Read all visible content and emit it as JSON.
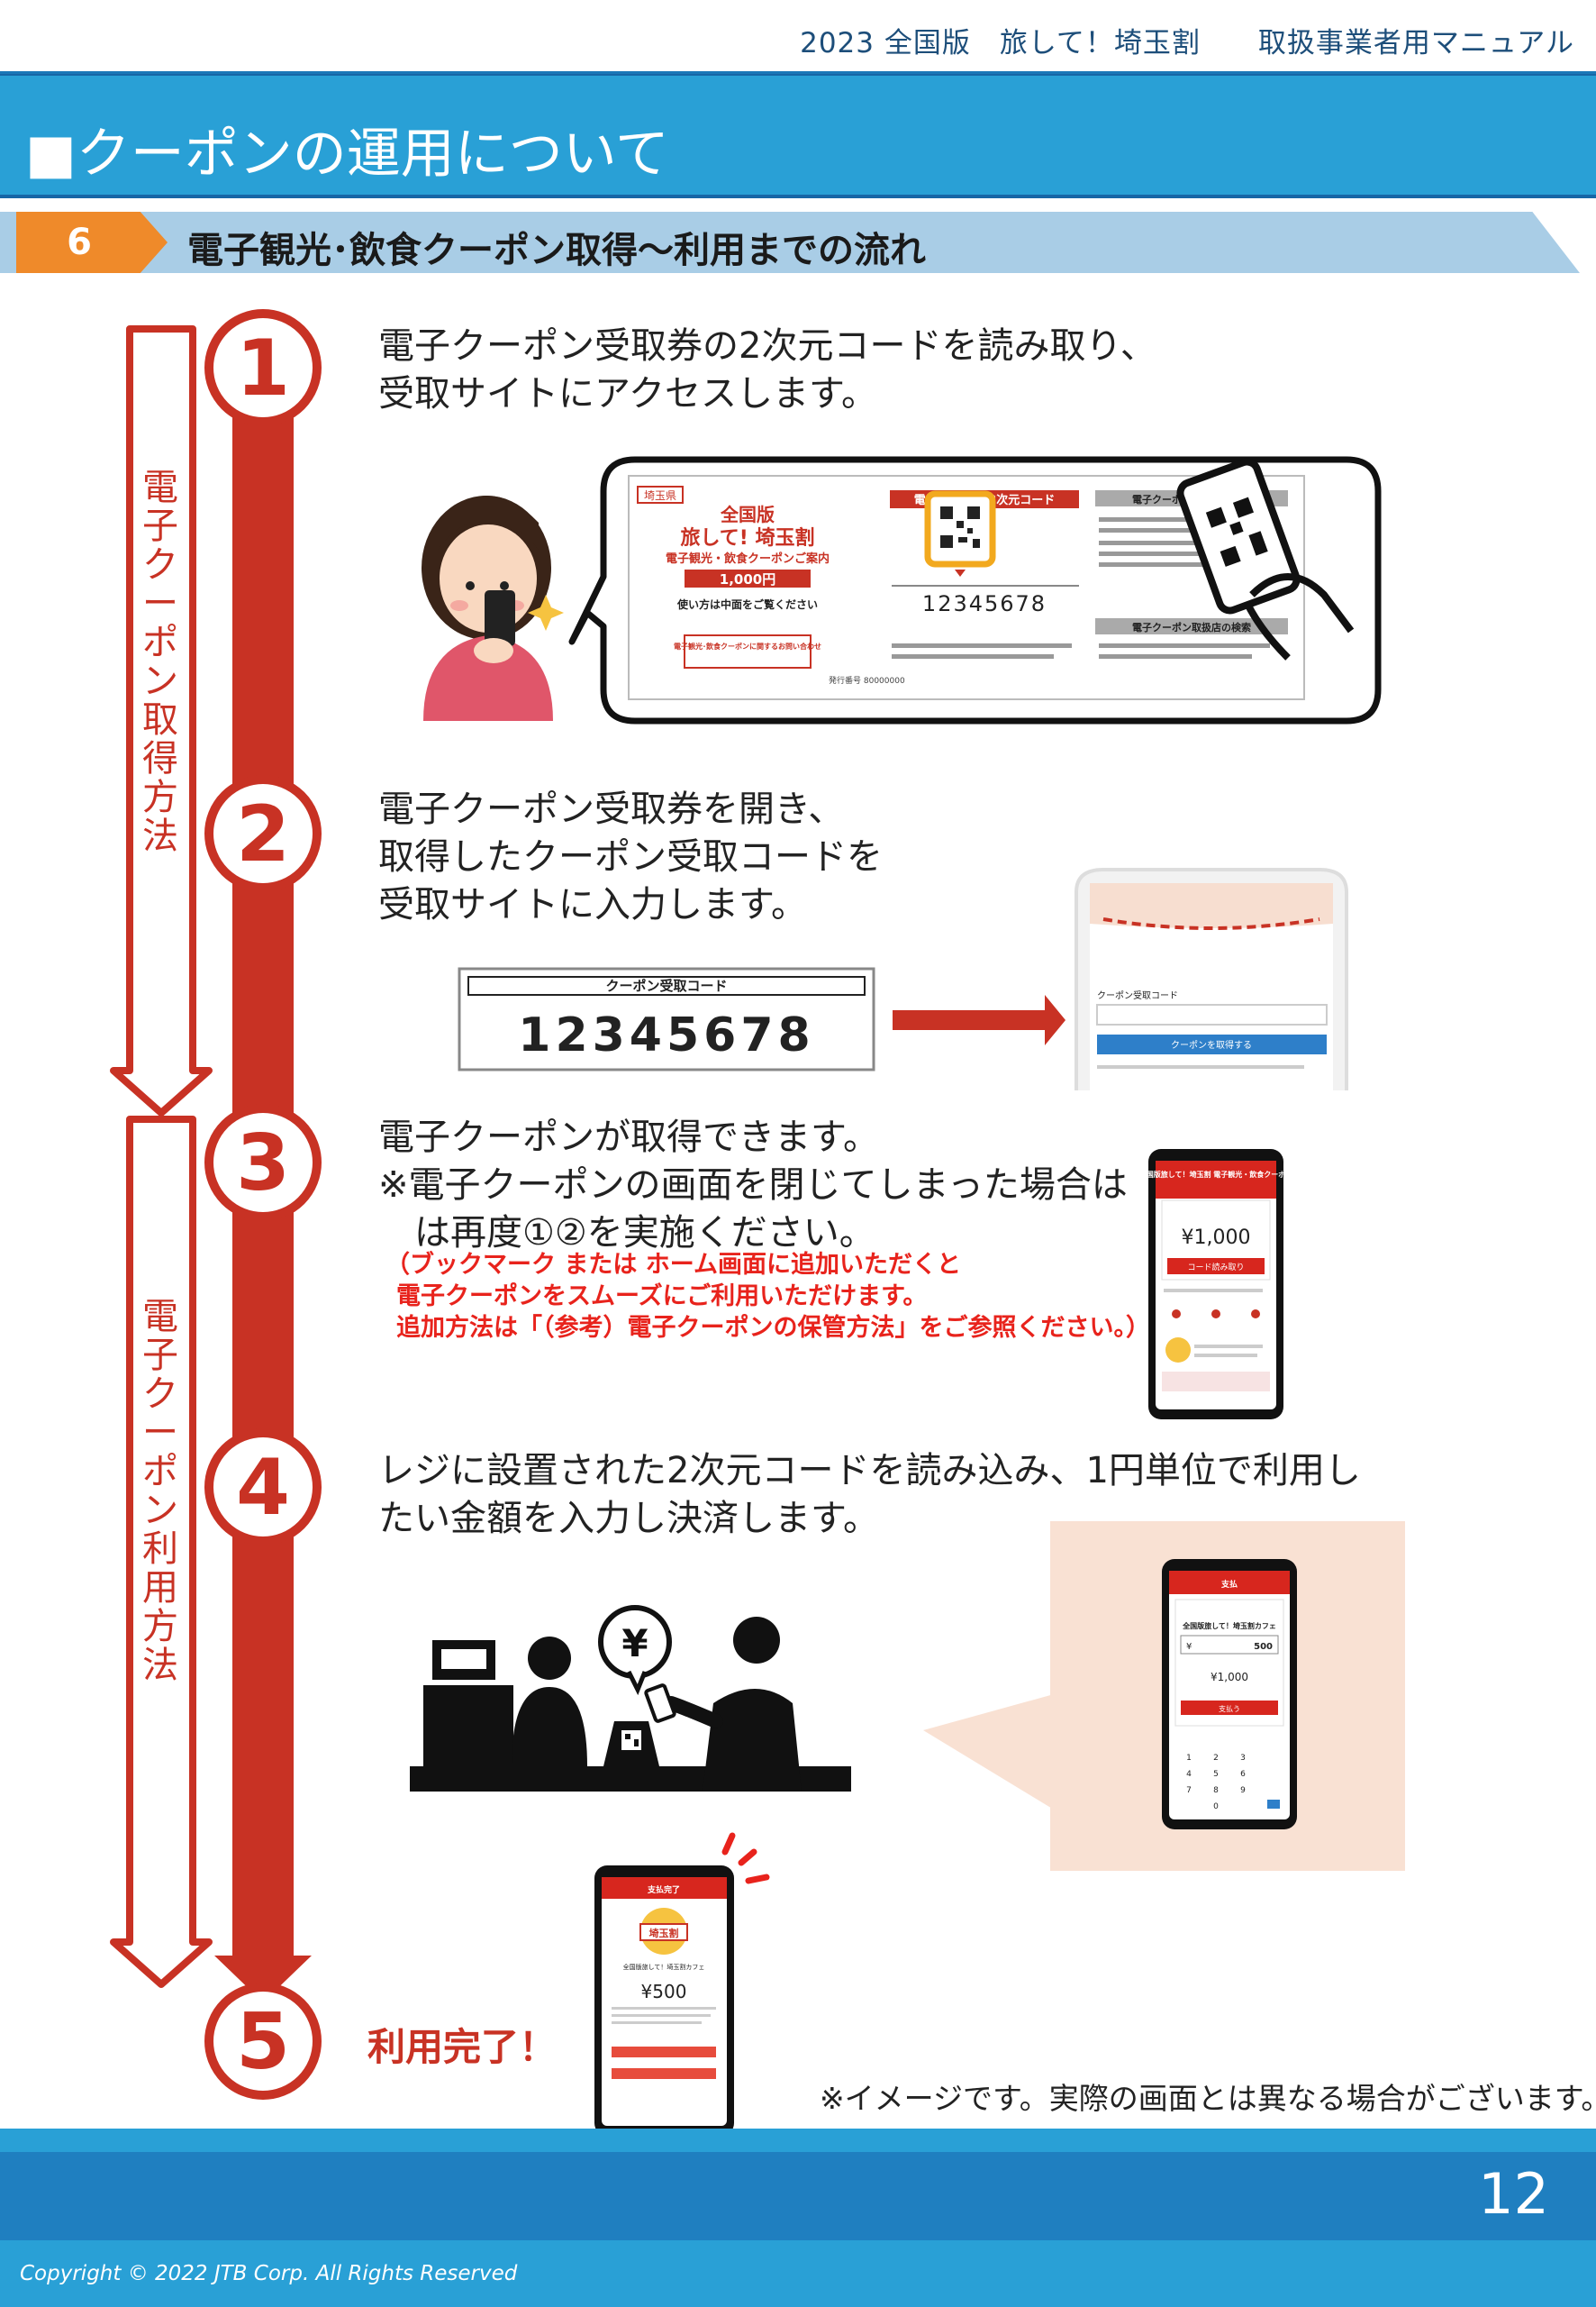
{
  "header": {
    "text": "2023 全国版　旅して！埼玉割　　取扱事業者用マニュアル"
  },
  "title": "■クーポンの運用について",
  "section": {
    "number": "6",
    "title": "電子観光･飲食クーポン取得〜利用までの流れ"
  },
  "side_labels": {
    "acquire": "電子クーポン取得方法",
    "use": "電子クーポン利用方法"
  },
  "steps": [
    {
      "num": "1",
      "lines": [
        "電子クーポン受取券の2次元コードを読み取り、",
        "受取サイトにアクセスします。"
      ]
    },
    {
      "num": "2",
      "lines": [
        "電子クーポン受取券を開き、",
        "取得したクーポン受取コードを",
        "受取サイトに入力します。"
      ]
    },
    {
      "num": "3",
      "lines": [
        "電子クーポンが取得できます。",
        "※電子クーポンの画面を閉じてしまった場合は",
        "　は再度①②を実施ください。"
      ],
      "notes": [
        "（ブックマーク または ホーム画面に追加いただくと",
        "電子クーポンをスムーズにご利用いただけます。",
        "追加方法は「（参考）電子クーポンの保管方法」をご参照ください。）"
      ]
    },
    {
      "num": "4",
      "lines": [
        "レジに設置された2次元コードを読み込み、1円単位で利用し",
        "たい金額を入力し決済します。"
      ]
    },
    {
      "num": "5",
      "done": "利用完了！"
    }
  ],
  "coupon_ticket": {
    "pref": "埼玉県",
    "head1": "全国版",
    "head2": "旅して! 埼玉割",
    "head3": "電子観光・飲食クーポンご案内",
    "amount": "1,000円",
    "note1": "使い方は中面をご覧ください",
    "qr_title": "電子クーポン 2次元コード",
    "qr_code": "12345678",
    "right_title1": "電子クーポン受け取り方法",
    "right_title2": "電子クーポン取扱店の検索",
    "inquiry": "電子観光･飲食クーポンに関するお問い合わせ",
    "serial": "発行番号 80000000"
  },
  "code_box": {
    "label": "クーポン受取コード",
    "value": "12345678"
  },
  "phone_input": {
    "label": "クーポン受取コード",
    "button": "クーポンを取得する"
  },
  "phone_coupon": {
    "title": "全国版旅して！埼玉割 電子観光・飲食クーポン",
    "amount": "¥1,000",
    "button": "コード読み取り"
  },
  "phone_pay": {
    "title": "支払",
    "shop": "全国版旅して！埼玉割カフェ",
    "yen": "¥",
    "input": "500",
    "balance": "¥1,000",
    "button": "支払う",
    "keys": [
      "1",
      "2",
      "3",
      "4",
      "5",
      "6",
      "7",
      "8",
      "9",
      "0"
    ]
  },
  "phone_done": {
    "title": "支払完了",
    "logo": "埼玉割",
    "shop": "全国版旅して！埼玉割カフェ",
    "amount": "¥500"
  },
  "cashier": {
    "yen": "¥"
  },
  "disclaimer": "※イメージです。実際の画面とは異なる場合がございます。",
  "page_number": "12",
  "copyright": "Copyright © 2022 JTB Corp. All Rights Reserved",
  "colors": {
    "accent_red": "#c83224",
    "blue": "#29a0d6",
    "orange": "#ef8a2a",
    "note_red": "#e8231c"
  }
}
